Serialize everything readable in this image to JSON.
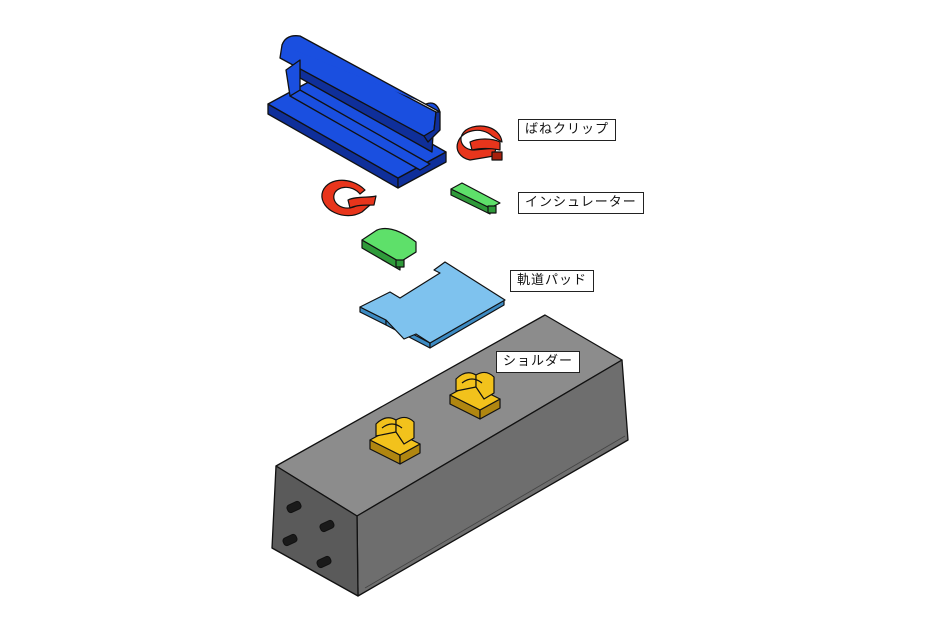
{
  "labels": {
    "spring_clip": "ばねクリップ",
    "insulator": "インシュレーター",
    "rail_pad": "軌道パッド",
    "shoulder": "ショルダー"
  },
  "colors": {
    "rail": "#1a4fe0",
    "rail_dark": "#0f2f9a",
    "clip": "#e8351c",
    "clip_dark": "#a81f0c",
    "insulator": "#5ee06a",
    "insulator_dark": "#2f9a3a",
    "pad": "#7ec2ee",
    "pad_dark": "#3c8ac2",
    "shoulder": "#f2c21c",
    "shoulder_dark": "#b08610",
    "sleeper_top": "#8c8c8c",
    "sleeper_front": "#6e6e6e",
    "sleeper_side": "#5a5a5a",
    "outline": "#111111"
  },
  "components": {
    "rail": "rail-icon",
    "spring_clip": "spring-clip-icon",
    "insulator": "insulator-icon",
    "rail_pad": "rail-pad-icon",
    "shoulder": "shoulder-icon",
    "sleeper": "concrete-sleeper-icon"
  }
}
